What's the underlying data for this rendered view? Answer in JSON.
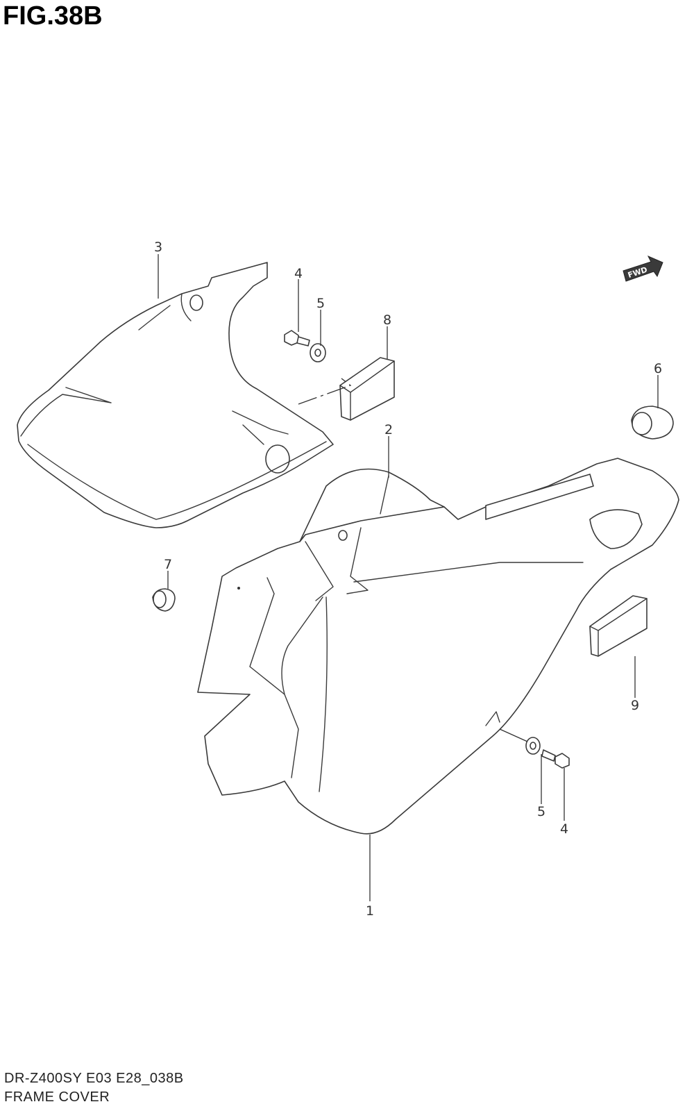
{
  "figure": {
    "title": "FIG.38B",
    "model_code": "DR-Z400SY E03 E28_038B",
    "name": "FRAME COVER"
  },
  "direction_marker": {
    "label": "FWD",
    "icon": "forward-arrow-icon"
  },
  "callouts": {
    "frame_cover_main": "1",
    "upper_cover": "2",
    "left_cover": "3",
    "bolt_top": "4",
    "washer_top": "5",
    "cushion_right": "6",
    "cushion_left": "7",
    "pad_top": "8",
    "pad_right": "9",
    "washer_bottom": "5",
    "bolt_bottom": "4"
  }
}
